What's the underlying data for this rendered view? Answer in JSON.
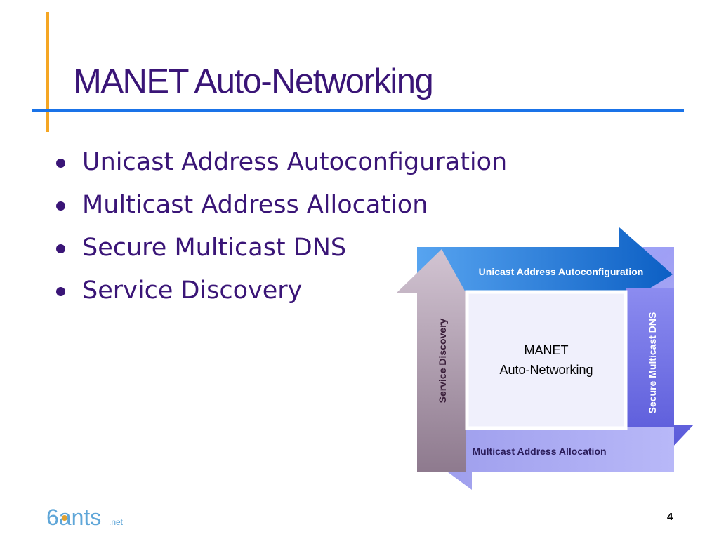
{
  "slide": {
    "title": "MANET Auto-Networking",
    "bullets": [
      "Unicast Address Autoconfiguration",
      "Multicast Address Allocation",
      "Secure Multicast DNS",
      "Service Discovery"
    ],
    "page_number": "4"
  },
  "diagram": {
    "center_line1": "MANET",
    "center_line2": "Auto-Networking",
    "arrow_top": "Unicast Address Autoconfiguration",
    "arrow_right": "Secure Multicast DNS",
    "arrow_bottom": "Multicast Address Allocation",
    "arrow_left": "Service Discovery"
  },
  "logo": {
    "brand": "6ants",
    "suffix": ".net"
  },
  "colors": {
    "title": "#3a1577",
    "accent_orange": "#f5a623",
    "accent_blue": "#1a73e8",
    "arrow_blue": "#1a70d6",
    "arrow_violet": "#7070e8",
    "arrow_lavender": "#a8a8f0",
    "arrow_mauve": "#b8a2b8"
  }
}
